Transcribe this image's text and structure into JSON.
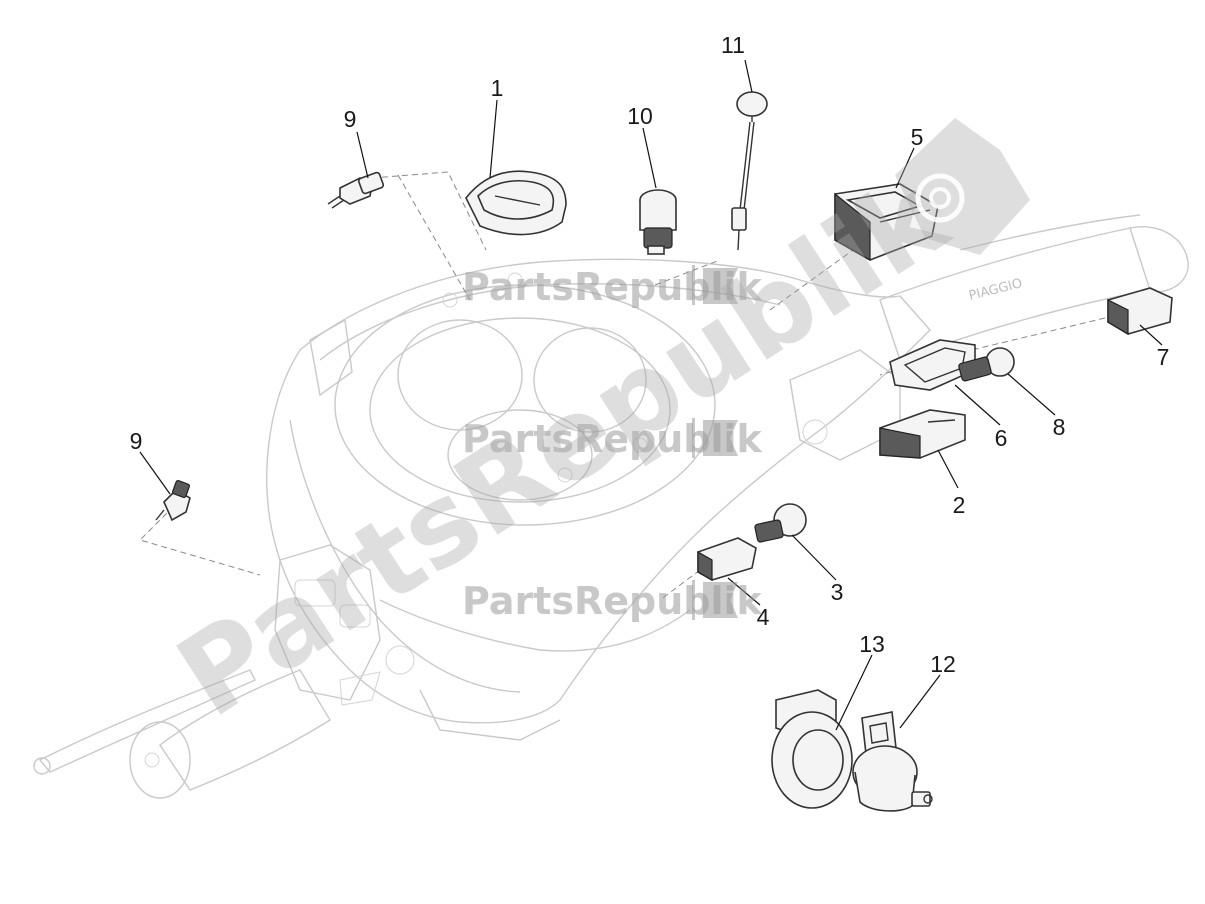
{
  "callouts": {
    "c1": "1",
    "c2": "2",
    "c3": "3",
    "c4": "4",
    "c5": "5",
    "c6": "6",
    "c7": "7",
    "c8": "8",
    "c9a": "9",
    "c9b": "9",
    "c10": "10",
    "c11": "11",
    "c12": "12",
    "c13": "13"
  },
  "watermark": {
    "small_1": "PartsRepublik",
    "small_2": "PartsRepublik",
    "small_3": "PartsRepublik",
    "large": "PartsRepublik"
  },
  "grip_brand": "PIAGGIO"
}
